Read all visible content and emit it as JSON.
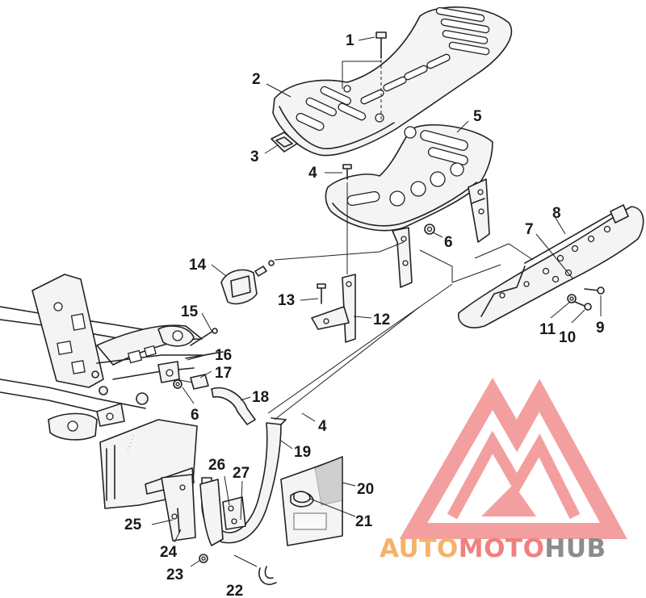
{
  "callouts": [
    "1",
    "2",
    "3",
    "4",
    "5",
    "6",
    "7",
    "8",
    "9",
    "10",
    "11",
    "12",
    "13",
    "14",
    "15",
    "16",
    "17",
    "6",
    "18",
    "4",
    "19",
    "20",
    "21",
    "22",
    "23",
    "24",
    "25",
    "26",
    "27"
  ],
  "watermark": {
    "word_a": "AUTO",
    "word_b": "MOTO",
    "word_c": "HUB",
    "color_a": "#f6b26b",
    "color_b": "#f08080",
    "color_c": "#8c8c8c",
    "logo_color": "#f08080"
  }
}
